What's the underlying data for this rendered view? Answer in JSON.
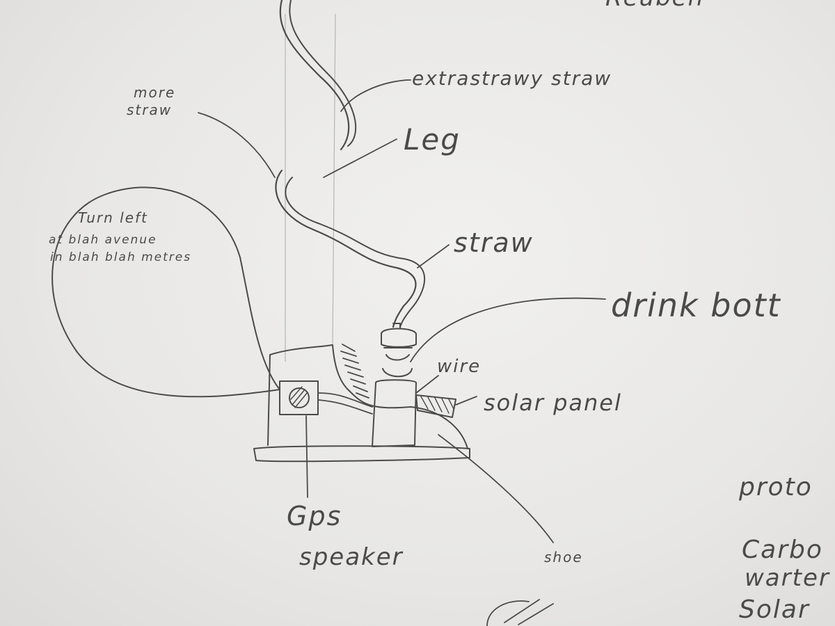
{
  "labels": {
    "top_partial": "Reuben",
    "extra_straw": "extrastrawy straw",
    "more_straw_1": "more",
    "more_straw_2": "straw",
    "leg": "Leg",
    "straw": "straw",
    "drink_bottle": "drink bott",
    "wire": "wire",
    "solar_panel": "solar panel",
    "gps_1": "Gps",
    "gps_2": "speaker",
    "shoe": "shoe"
  },
  "speech_bubble": {
    "line1": "Turn left",
    "line2": "at blah avenue",
    "line3": "in blah blah metres"
  },
  "side_notes": {
    "line1": "proto",
    "line2": "Carbo",
    "line3": "warter",
    "line4": "Solar"
  }
}
